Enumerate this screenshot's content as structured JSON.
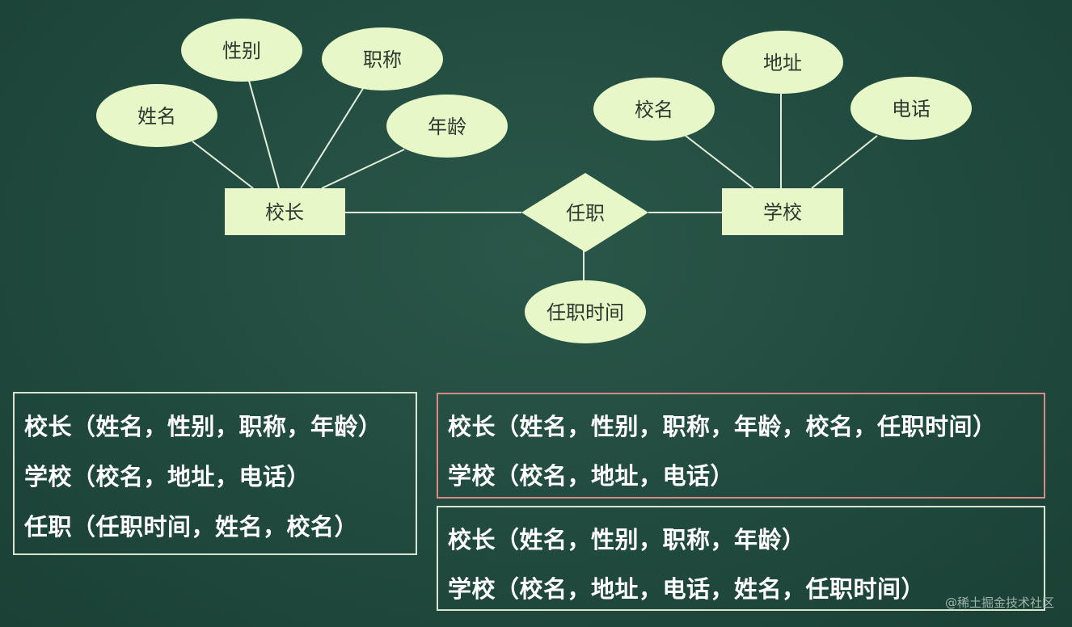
{
  "diagram": {
    "entities": {
      "principal": "校长",
      "school": "学校"
    },
    "relationship": "任职",
    "principal_attributes": [
      "姓名",
      "性别",
      "职称",
      "年龄"
    ],
    "school_attributes": [
      "校名",
      "地址",
      "电话"
    ],
    "relationship_attributes": [
      "任职时间"
    ]
  },
  "box1": {
    "lines": [
      "校长（姓名，性别，职称，年龄）",
      "学校（校名，地址，电话）",
      "任职（任职时间，姓名，校名）"
    ]
  },
  "box2": {
    "lines": [
      "校长（姓名，性别，职称，年龄，校名，任职时间）",
      "学校（校名，地址，电话）"
    ]
  },
  "box3": {
    "lines": [
      "校长（姓名，性别，职称，年龄）",
      "学校（校名，地址，电话，姓名，任职时间）"
    ]
  },
  "watermark": "@稀土掘金技术社区",
  "colors": {
    "background": "#214a3e",
    "shape_fill": "#e8f7c8",
    "line": "#e4eedc",
    "box_border": "#d8e6d0",
    "box_border_highlight": "#d88a8a",
    "text": "#ffffff"
  }
}
